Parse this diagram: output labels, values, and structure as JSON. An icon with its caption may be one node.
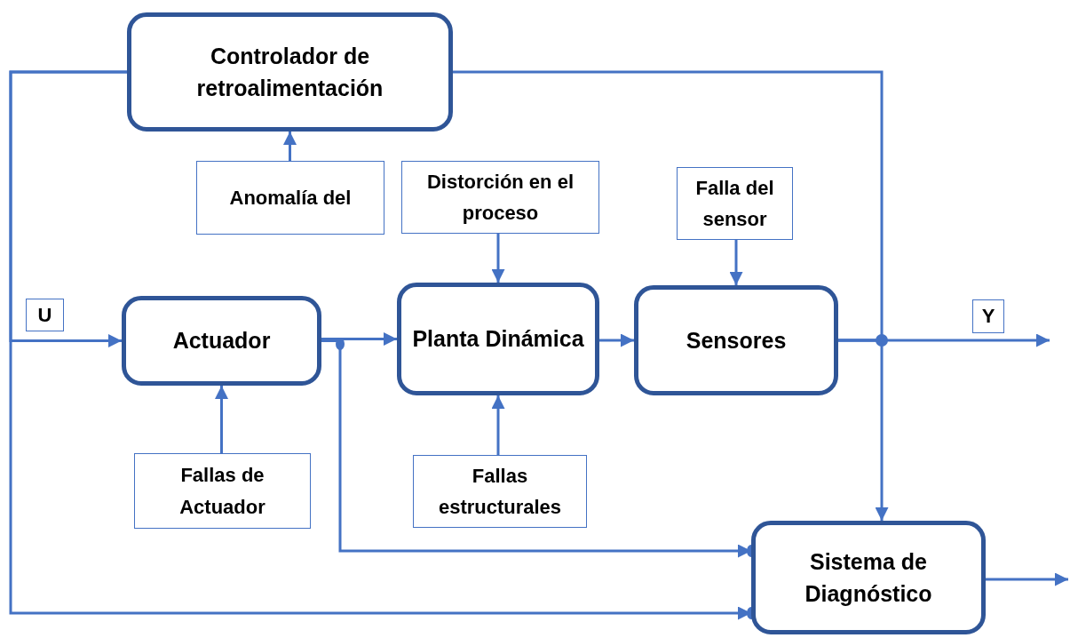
{
  "diagram": {
    "nodes": [
      {
        "text": [
          "Controlador de retroalimentación"
        ]
      },
      {
        "text": [
          "Anomalía del"
        ]
      },
      {
        "text": [
          "Distorción en el proceso"
        ]
      },
      {
        "text": [
          "Falla del sensor"
        ]
      },
      {
        "text": [
          "U"
        ]
      },
      {
        "text": [
          "Actuador"
        ]
      },
      {
        "text": [
          "Planta Dinámica"
        ]
      },
      {
        "text": [
          "Sensores"
        ]
      },
      {
        "text": [
          "Y"
        ]
      },
      {
        "text": [
          "Fallas de Actuador"
        ]
      },
      {
        "text": [
          "Fallas estructurales"
        ]
      },
      {
        "text": [
          "Sistema de Diagnóstico"
        ]
      }
    ],
    "edges": [
      {
        "from": 0,
        "to": 5,
        "arrow": "to"
      },
      {
        "from": 0,
        "to": 11,
        "arrow": "to"
      },
      {
        "from": 1,
        "to": 0,
        "arrow": "to"
      },
      {
        "from": 2,
        "to": 6,
        "arrow": "to"
      },
      {
        "from": 3,
        "to": 7,
        "arrow": "to"
      },
      {
        "from": 5,
        "to": 6,
        "arrow": "to"
      },
      {
        "from": 5,
        "to": 11,
        "arrow": "to"
      },
      {
        "from": 6,
        "to": 7,
        "arrow": "to"
      },
      {
        "from": 7,
        "to": 0,
        "arrow": "none"
      },
      {
        "from": 7,
        "to": 11,
        "arrow": "to"
      },
      {
        "from": 7,
        "to": null,
        "arrow": "to"
      },
      {
        "from": 9,
        "to": 5,
        "arrow": "to"
      },
      {
        "from": 10,
        "to": 6,
        "arrow": "to"
      },
      {
        "from": 11,
        "to": null,
        "arrow": "to"
      }
    ]
  }
}
